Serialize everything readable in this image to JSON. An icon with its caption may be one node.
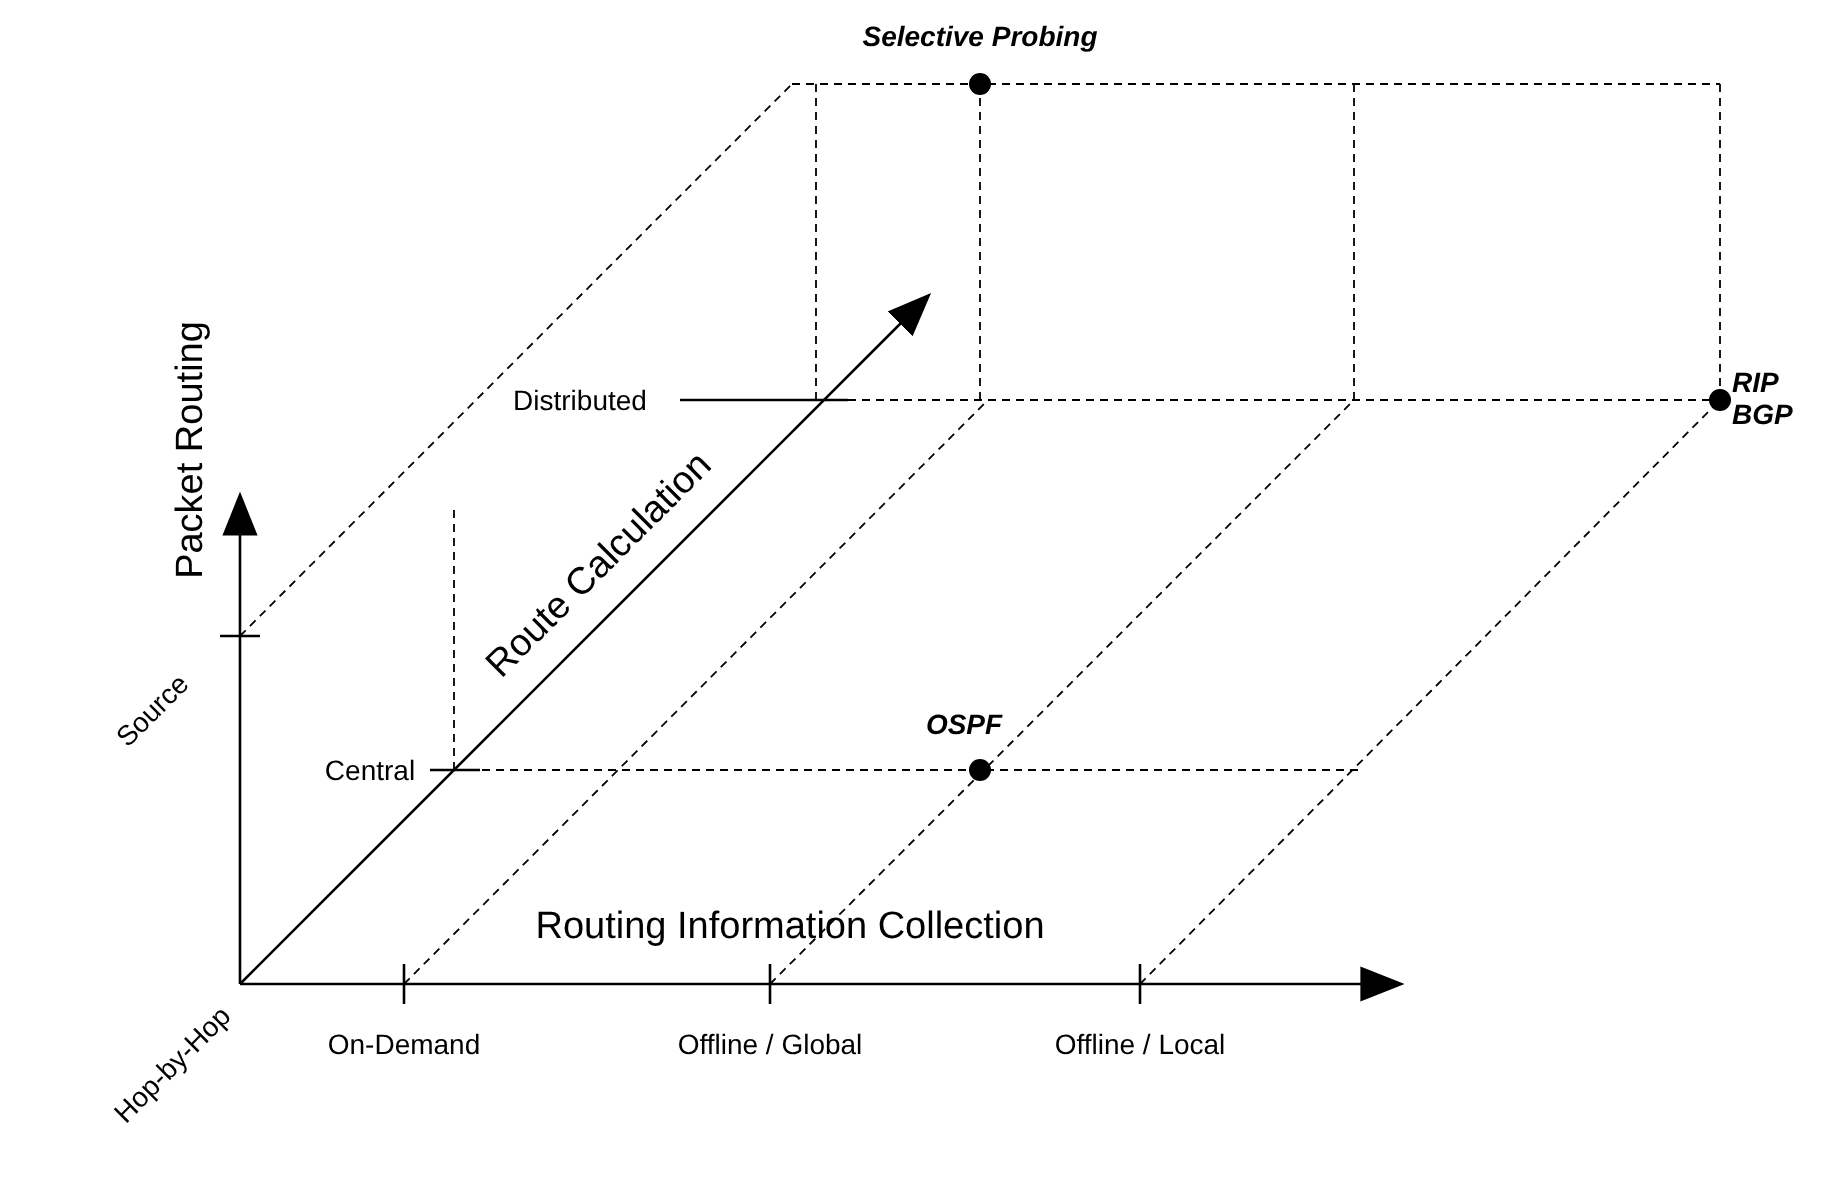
{
  "diagram": {
    "labels": [
      "Selective Probing",
      "Distributed",
      "RIP BGP",
      "Route Calculation",
      "Packet Routing",
      "Source",
      "Central",
      "OSPF",
      "Routing Information Collection",
      "Hop-by-Hop",
      "On-Demand",
      "Offline / Global",
      "Offline / Local"
    ]
  }
}
